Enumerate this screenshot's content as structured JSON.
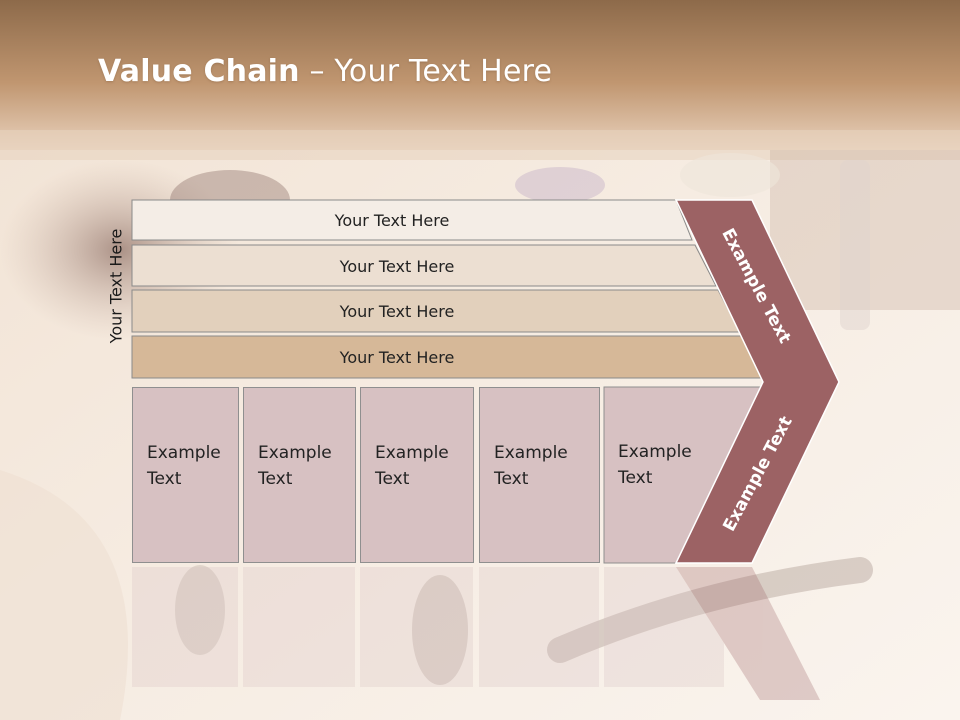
{
  "slide": {
    "title_bold": "Value Chain",
    "title_rest": " – Your Text Here",
    "side_label": "Your Text Here",
    "bars": [
      "Your Text Here",
      "Your Text Here",
      "Your Text Here",
      "Your Text Here"
    ],
    "cells": [
      {
        "line1": "Example",
        "line2": "Text"
      },
      {
        "line1": "Example",
        "line2": "Text"
      },
      {
        "line1": "Example",
        "line2": "Text"
      },
      {
        "line1": "Example",
        "line2": "Text"
      },
      {
        "line1": "Example",
        "line2": "Text"
      }
    ],
    "chevron_upper": "Example Text",
    "chevron_lower": "Example Text"
  },
  "colors": {
    "bar1": "#f4ede6",
    "bar2": "#ecdfd2",
    "bar3": "#e2d0bc",
    "bar4": "#d6b898",
    "cell": "#d7c1c2",
    "chevron": "#9c6264",
    "header": "#a97d55"
  }
}
